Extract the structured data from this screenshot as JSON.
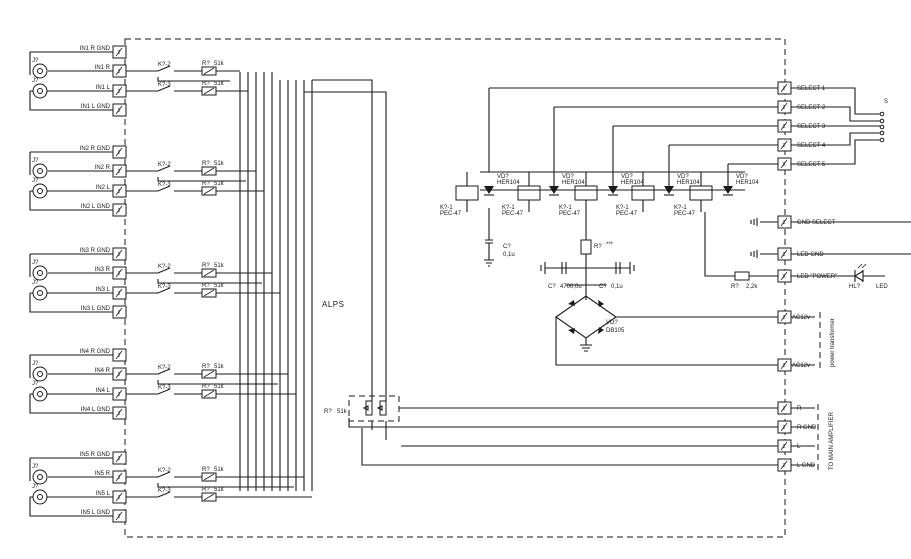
{
  "inputs": [
    {
      "gnd_r": "IN1 R GND",
      "r": "IN1 R",
      "l": "IN1 L",
      "gnd_l": "IN1 L GND"
    },
    {
      "gnd_r": "IN2 R GND",
      "r": "IN2 R",
      "l": "IN2 L",
      "gnd_l": "IN2 L GND"
    },
    {
      "gnd_r": "IN3 R GND",
      "r": "IN3 R",
      "l": "IN3 L",
      "gnd_l": "IN3 L GND"
    },
    {
      "gnd_r": "IN4 R GND",
      "r": "IN4 R",
      "l": "IN4 L",
      "gnd_l": "IN4 L GND"
    },
    {
      "gnd_r": "IN5 R GND",
      "r": "IN5 R",
      "l": "IN5 L",
      "gnd_l": "IN5 L GND"
    }
  ],
  "jack_label": "J?",
  "relay_contact_1": "K?-2",
  "relay_contact_2": "K?-3",
  "input_resistor": "R?",
  "input_resistor_value": "51k",
  "alps_label": "ALPS",
  "pot": {
    "ref": "R?",
    "value": "51k"
  },
  "select_labels": [
    "SELECT 1",
    "SELECT 2",
    "SELECT 3",
    "SELECT 4",
    "SELECT 5"
  ],
  "relays": [
    {
      "ref": "K?-1",
      "type": "PEC-47"
    },
    {
      "ref": "K?-1",
      "type": "PEC-47"
    },
    {
      "ref": "K?-1",
      "type": "PEC-47"
    },
    {
      "ref": "K?-1",
      "type": "PEC-47"
    },
    {
      "ref": "K?-1",
      "type": "PEC-47"
    }
  ],
  "diodes": [
    {
      "ref": "VD?",
      "type": "HER104"
    },
    {
      "ref": "VD?",
      "type": "HER104"
    },
    {
      "ref": "VD?",
      "type": "HER104"
    },
    {
      "ref": "VD?",
      "type": "HER104"
    },
    {
      "ref": "VD?",
      "type": "HER104"
    }
  ],
  "cap_left": {
    "ref": "C?",
    "value": "0,1u"
  },
  "resistor_mid": {
    "ref": "R?",
    "value": "***"
  },
  "cap_big": {
    "ref": "C?",
    "value": "4700,0u"
  },
  "cap_small": {
    "ref": "C?",
    "value": "0,1u"
  },
  "bridge": {
    "ref": "VD?",
    "type": "DB105"
  },
  "gnd_select": "GND SELECT",
  "led_gnd": "LED GND",
  "led_power": "LED \"POWER\"",
  "led_resistor": {
    "ref": "R?",
    "value": "2,2k"
  },
  "led": {
    "ref": "HL?",
    "name": "LED"
  },
  "ac_labels": [
    "AC12v",
    "AC12v"
  ],
  "transformer_label": "power transformer",
  "out_labels": [
    "R",
    "R GND",
    "L",
    "L GND"
  ],
  "amp_label": "TO MAIN AMPLIFIER",
  "edge_mark": "S"
}
